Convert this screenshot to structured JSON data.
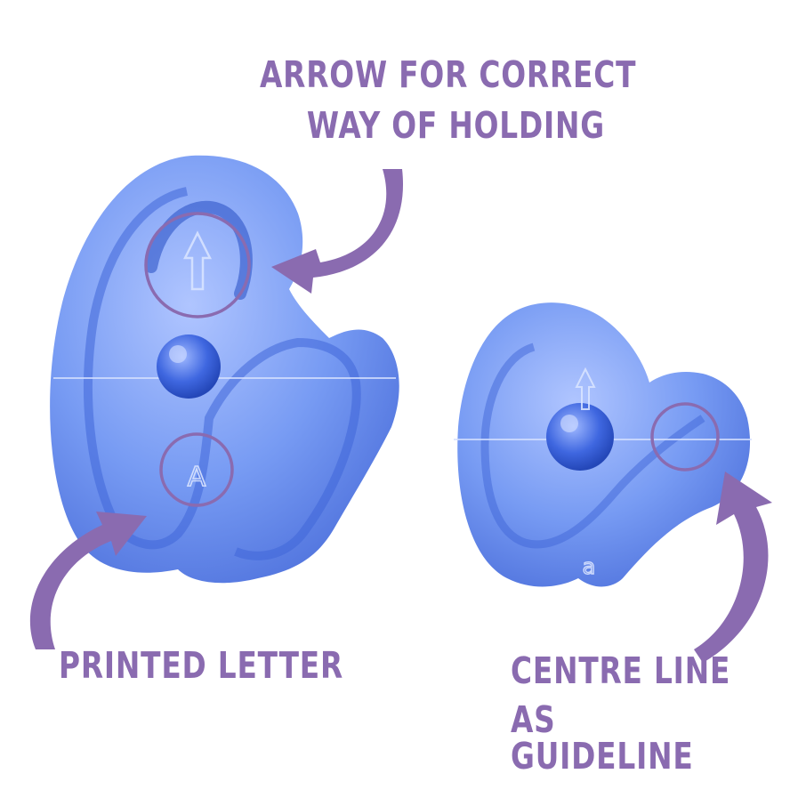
{
  "callouts": {
    "arrow": {
      "line1": "ARROW FOR CORRECT",
      "line2": "WAY OF HOLDING"
    },
    "printed": {
      "line1": "PRINTED LETTER"
    },
    "centre": {
      "line1": "CENTRE LINE",
      "line2": "AS GUIDELINE"
    }
  },
  "embossed_letters": {
    "large_cutter": "A",
    "small_cutter": "a"
  },
  "colors": {
    "accent": "#8a6bb0",
    "cutter_blue": "#5b86f0",
    "background": "#ffffff"
  }
}
